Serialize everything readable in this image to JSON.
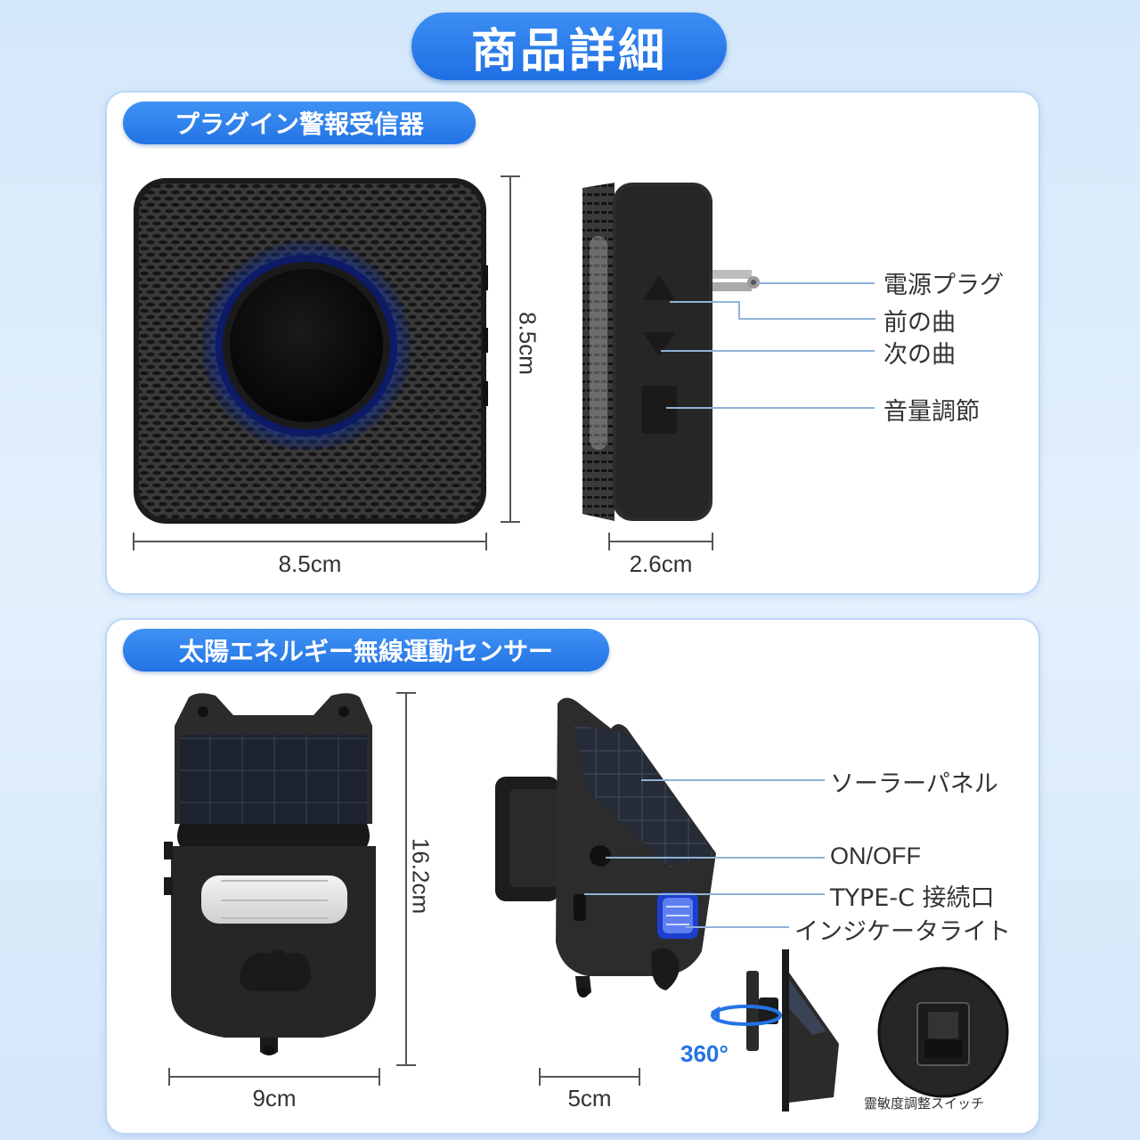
{
  "page_title": "商品詳細",
  "receiver": {
    "section_label": "プラグイン警報受信器",
    "width_label": "8.5cm",
    "height_label": "8.5cm",
    "depth_label": "2.6cm",
    "callouts": [
      "電源プラグ",
      "前の曲",
      "次の曲",
      "音量調節"
    ]
  },
  "sensor": {
    "section_label": "太陽エネルギー無線運動センサー",
    "height_label": "16.2cm",
    "width_label": "9cm",
    "depth_label": "5cm",
    "callouts": [
      "ソーラーパネル",
      "ON/OFF",
      "TYPE-C 接続口",
      "インジケータライト"
    ],
    "rotation_label": "360°",
    "switch_caption": "靈敏度調整スイッチ"
  },
  "colors": {
    "accent": "#2373e4",
    "led_ring": "#1d4fd6",
    "device": "#2a2a2a"
  }
}
